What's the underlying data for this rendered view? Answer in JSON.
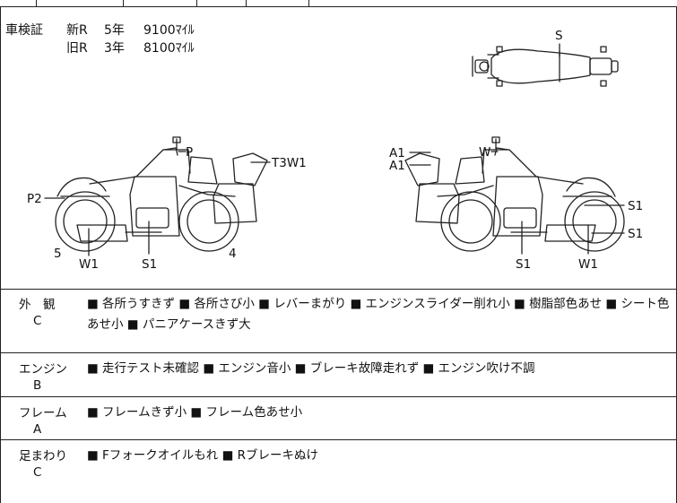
{
  "shaken": {
    "label": "車検証",
    "rows": [
      {
        "kind": "新R",
        "years": "5年",
        "miles": "9100ﾏｲﾙ"
      },
      {
        "kind": "旧R",
        "years": "3年",
        "miles": "8100ﾏｲﾙ"
      }
    ]
  },
  "diagram_marks": {
    "top": {
      "s": "S"
    },
    "left": {
      "p": "P",
      "t3w1": "T3W1",
      "p2": "P2",
      "n5": "5",
      "w1": "W1",
      "s1": "S1",
      "n4": "4"
    },
    "right": {
      "a1a": "A1",
      "a1b": "A1",
      "w": "W",
      "s1a": "S1",
      "s1b": "S1",
      "s1c": "S1",
      "w1": "W1"
    }
  },
  "sections": [
    {
      "category": "外　観",
      "grade": "C",
      "notes": "■ 各所うすきず ■ 各所さび小 ■ レバーまがり ■ エンジンスライダー削れ小 ■ 樹脂部色あせ ■ シート色あせ小 ■ パニアケースきず大"
    },
    {
      "category": "エンジン",
      "grade": "B",
      "notes": "■ 走行テスト未確認 ■ エンジン音小 ■ ブレーキ故障走れず ■ エンジン吹け不調"
    },
    {
      "category": "フレーム",
      "grade": "A",
      "notes": "■ フレームきず小 ■ フレーム色あせ小"
    },
    {
      "category": "足まわり",
      "grade": "C",
      "notes": "■ Fフォークオイルもれ ■ Rブレーキぬけ"
    }
  ]
}
